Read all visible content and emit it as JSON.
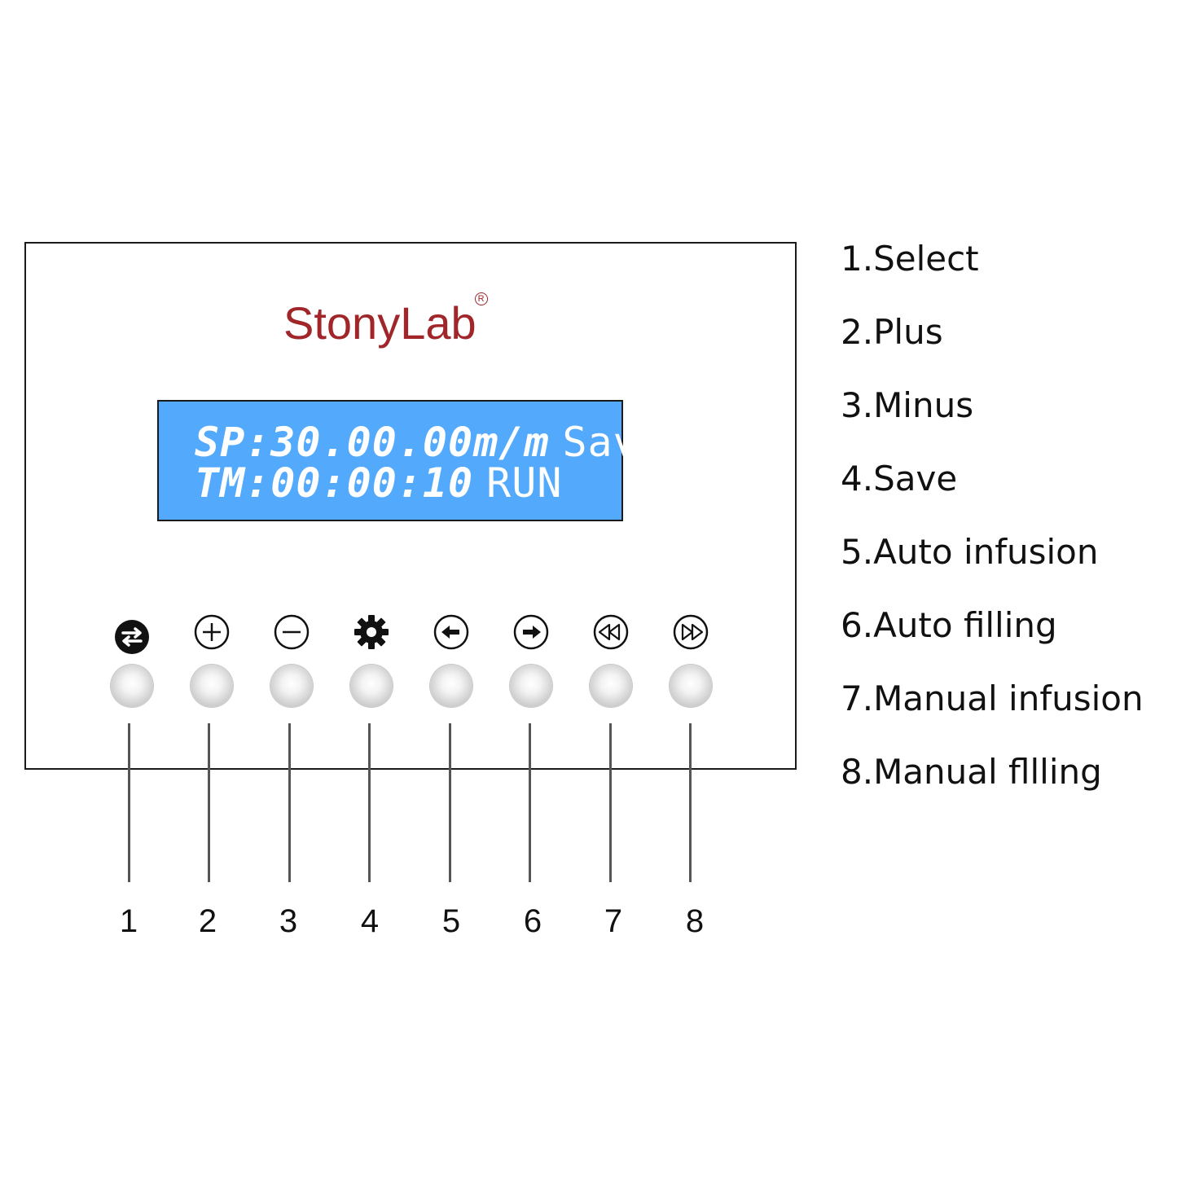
{
  "brand": {
    "name": "StonyLab",
    "trademark": "R"
  },
  "display": {
    "line1": {
      "value": "SP:30.00.00m/m",
      "status": "Save"
    },
    "line2": {
      "value": "TM:00:00:10",
      "status": "RUN"
    }
  },
  "buttons": [
    {
      "number": "1",
      "icon": "select-swap-icon"
    },
    {
      "number": "2",
      "icon": "plus-icon"
    },
    {
      "number": "3",
      "icon": "minus-icon"
    },
    {
      "number": "4",
      "icon": "gear-icon"
    },
    {
      "number": "5",
      "icon": "arrow-left-icon"
    },
    {
      "number": "6",
      "icon": "arrow-right-icon"
    },
    {
      "number": "7",
      "icon": "rewind-icon"
    },
    {
      "number": "8",
      "icon": "fast-forward-icon"
    }
  ],
  "legend": [
    "1.Select",
    "2.Plus",
    "3.Minus",
    "4.Save",
    "5.Auto infusion",
    "6.Auto filling",
    "7.Manual infusion",
    "8.Manual fllling"
  ],
  "colors": {
    "brand": "#a0262a",
    "lcd_background": "#53a9fb",
    "lcd_text": "#ffffff"
  }
}
